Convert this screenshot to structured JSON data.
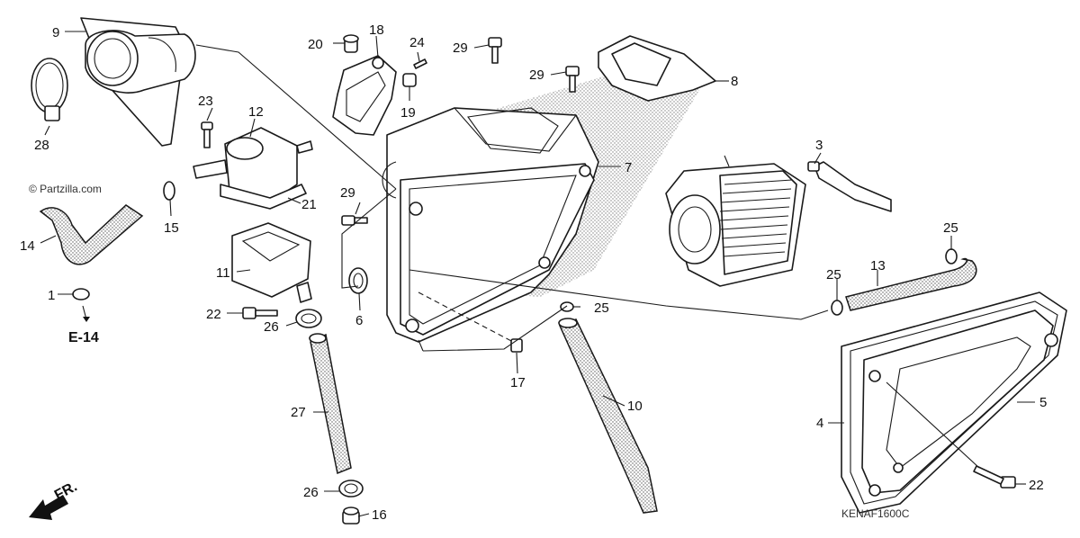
{
  "labels": {
    "l1": "1",
    "l3": "3",
    "l4": "4",
    "l5": "5",
    "l6": "6",
    "l7": "7",
    "l8": "8",
    "l9": "9",
    "l10": "10",
    "l11": "11",
    "l12": "12",
    "l13": "13",
    "l14": "14",
    "l15": "15",
    "l16": "16",
    "l17": "17",
    "l18": "18",
    "l19": "19",
    "l20": "20",
    "l21": "21",
    "l22a": "22",
    "l22b": "22",
    "l23": "23",
    "l24": "24",
    "l25a": "25",
    "l25b": "25",
    "l25c": "25",
    "l26a": "26",
    "l26b": "26",
    "l27": "27",
    "l28": "28",
    "l29a": "29",
    "l29b": "29",
    "l29c": "29"
  },
  "ref_e14": "E-14",
  "front_mark": "FR.",
  "watermark": "© Partzilla.com",
  "diagram_code": "KENAF1600C"
}
